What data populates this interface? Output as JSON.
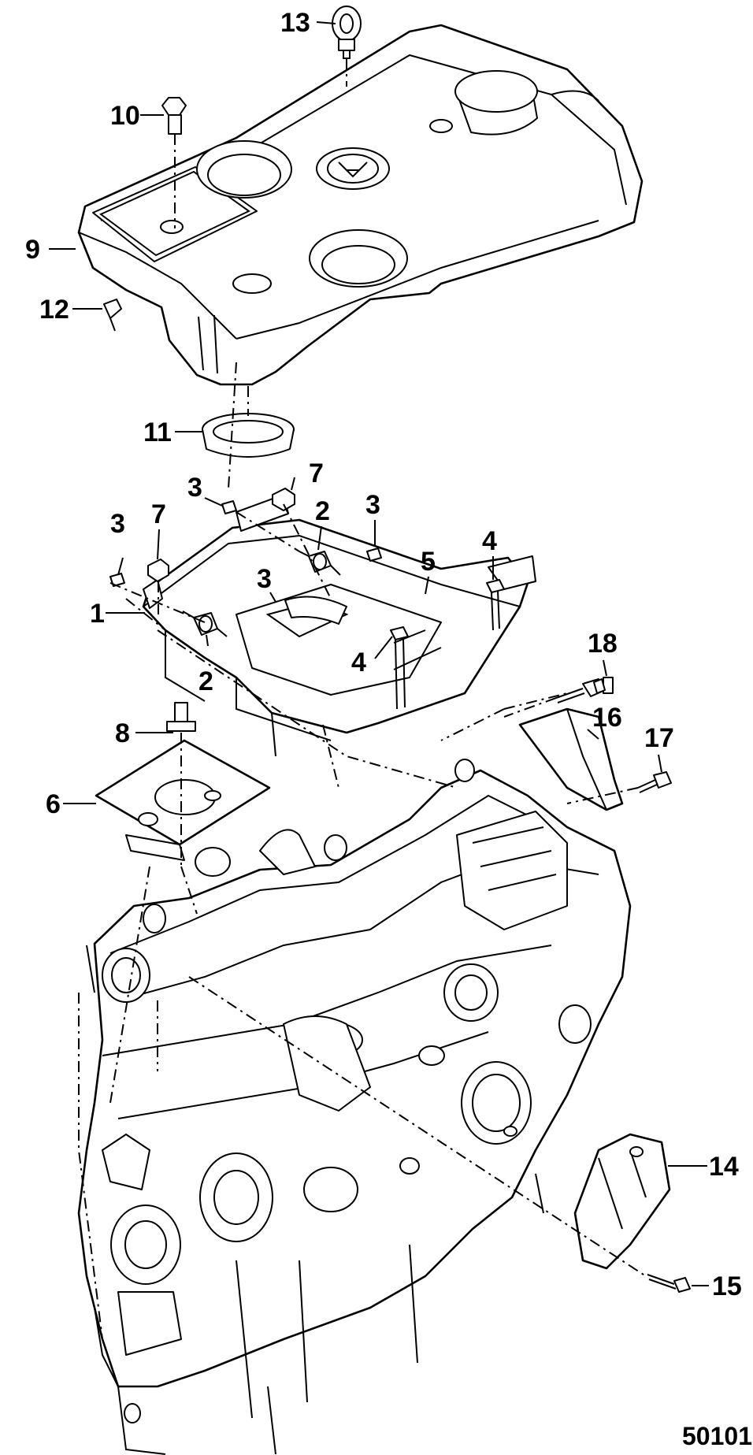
{
  "diagram": {
    "reference_number": "50101",
    "callouts": [
      {
        "id": "c13",
        "text": "13"
      },
      {
        "id": "c10",
        "text": "10"
      },
      {
        "id": "c9",
        "text": "9"
      },
      {
        "id": "c12",
        "text": "12"
      },
      {
        "id": "c11",
        "text": "11"
      },
      {
        "id": "c3a",
        "text": "3"
      },
      {
        "id": "c7a",
        "text": "7"
      },
      {
        "id": "c3b",
        "text": "3"
      },
      {
        "id": "c7b",
        "text": "7"
      },
      {
        "id": "c2a",
        "text": "2"
      },
      {
        "id": "c3c",
        "text": "3"
      },
      {
        "id": "c4a",
        "text": "4"
      },
      {
        "id": "c5",
        "text": "5"
      },
      {
        "id": "c3d",
        "text": "3"
      },
      {
        "id": "c1",
        "text": "1"
      },
      {
        "id": "c4b",
        "text": "4"
      },
      {
        "id": "c2b",
        "text": "2"
      },
      {
        "id": "c18",
        "text": "18"
      },
      {
        "id": "c16",
        "text": "16"
      },
      {
        "id": "c8",
        "text": "8"
      },
      {
        "id": "c17",
        "text": "17"
      },
      {
        "id": "c6",
        "text": "6"
      },
      {
        "id": "c14",
        "text": "14"
      },
      {
        "id": "c15",
        "text": "15"
      }
    ]
  }
}
